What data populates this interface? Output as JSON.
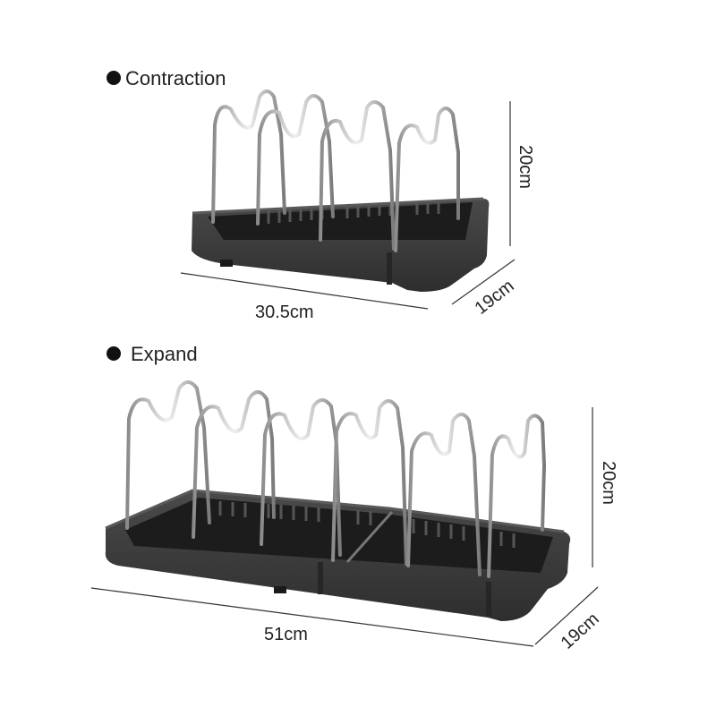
{
  "sections": [
    {
      "title": "Contraction",
      "bullet": "filled-circle",
      "dimensions": {
        "length": "30.5cm",
        "height": "20cm",
        "depth": "19cm"
      }
    },
    {
      "title": "Expand",
      "bullet": "filled-circle",
      "dimensions": {
        "length": "51cm",
        "height": "20cm",
        "depth": "19cm"
      }
    }
  ],
  "colors": {
    "tray": "#3a3a3a",
    "tray_inner": "#1f1f1f",
    "wire": "#b9b9b9",
    "dimension_line": "#333333",
    "text": "#222222"
  }
}
